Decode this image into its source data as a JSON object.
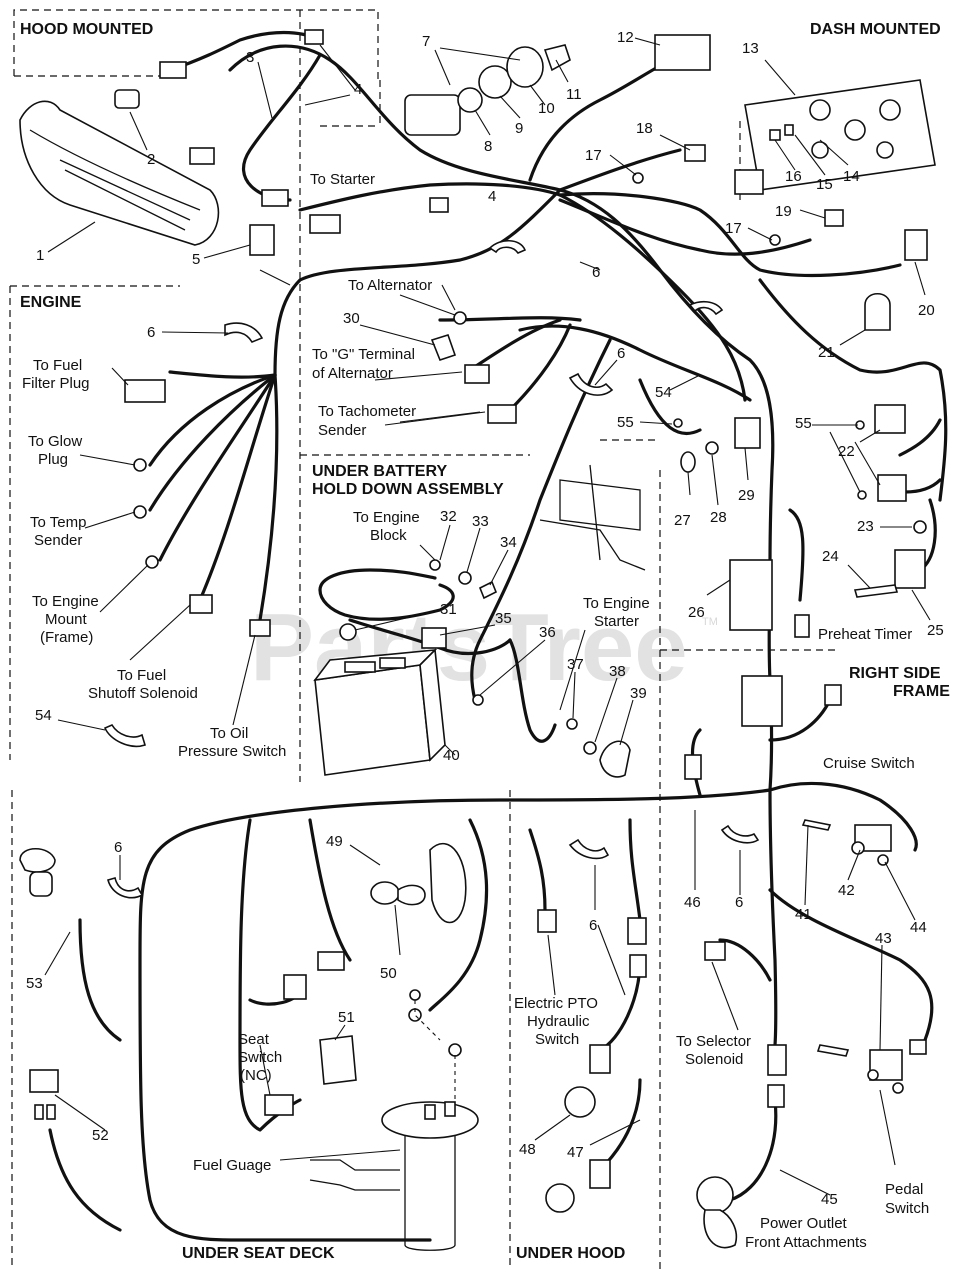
{
  "sections": {
    "hood_mounted": "HOOD MOUNTED",
    "dash_mounted": "DASH MOUNTED",
    "engine": "ENGINE",
    "under_battery_1": "UNDER BATTERY",
    "under_battery_2": "HOLD DOWN ASSEMBLY",
    "right_side_1": "RIGHT SIDE",
    "right_side_2": "FRAME",
    "under_seat_deck": "UNDER SEAT DECK",
    "under_hood": "UNDER HOOD"
  },
  "labels": {
    "to_starter": "To Starter",
    "to_alternator": "To Alternator",
    "g_terminal_1": "To \"G\" Terminal",
    "g_terminal_2": "of Alternator",
    "tach_1": "To Tachometer",
    "tach_2": "Sender",
    "fuel_filter_1": "To Fuel",
    "fuel_filter_2": "Filter Plug",
    "glow_1": "To Glow",
    "glow_2": "Plug",
    "temp_1": "To Temp",
    "temp_2": "Sender",
    "mount_1": "To Engine",
    "mount_2": "Mount",
    "mount_3": "(Frame)",
    "shutoff_1": "To Fuel",
    "shutoff_2": "Shutoff Solenoid",
    "oil_1": "To Oil",
    "oil_2": "Pressure Switch",
    "engine_block_1": "To Engine",
    "engine_block_2": "Block",
    "engine_starter_1": "To Engine",
    "engine_starter_2": "Starter",
    "preheat": "Preheat Timer",
    "cruise": "Cruise Switch",
    "seat_1": "Seat",
    "seat_2": "Switch",
    "seat_3": "(NC)",
    "fuel_gauge": "Fuel Guage",
    "pto_1": "Electric PTO",
    "pto_2": "Hydraulic",
    "pto_3": "Switch",
    "selector_1": "To Selector",
    "selector_2": "Solenoid",
    "power_1": "Power Outlet",
    "power_2": "Front Attachments",
    "pedal_1": "Pedal",
    "pedal_2": "Switch"
  },
  "callouts": {
    "c1": "1",
    "c2": "2",
    "c3": "3",
    "c4a": "4",
    "c4b": "4",
    "c5": "5",
    "c6a": "6",
    "c6b": "6",
    "c6c": "6",
    "c6d": "6",
    "c6e": "6",
    "c6f": "6",
    "c7": "7",
    "c8": "8",
    "c9": "9",
    "c10": "10",
    "c11": "11",
    "c12": "12",
    "c13": "13",
    "c14": "14",
    "c15": "15",
    "c16": "16",
    "c17a": "17",
    "c17b": "17",
    "c18": "18",
    "c19": "19",
    "c20": "20",
    "c21": "21",
    "c22": "22",
    "c23": "23",
    "c24": "24",
    "c25": "25",
    "c26": "26",
    "c27": "27",
    "c28": "28",
    "c29": "29",
    "c30": "30",
    "c31": "31",
    "c32": "32",
    "c33": "33",
    "c34": "34",
    "c35": "35",
    "c36": "36",
    "c37": "37",
    "c38": "38",
    "c39": "39",
    "c40": "40",
    "c41": "41",
    "c42": "42",
    "c43": "43",
    "c44": "44",
    "c45": "45",
    "c46": "46",
    "c47": "47",
    "c48": "48",
    "c49": "49",
    "c50": "50",
    "c51": "51",
    "c52": "52",
    "c53": "53",
    "c54a": "54",
    "c54b": "54",
    "c55a": "55",
    "c55b": "55"
  },
  "watermark": "PartsTree",
  "trademark": "TM"
}
